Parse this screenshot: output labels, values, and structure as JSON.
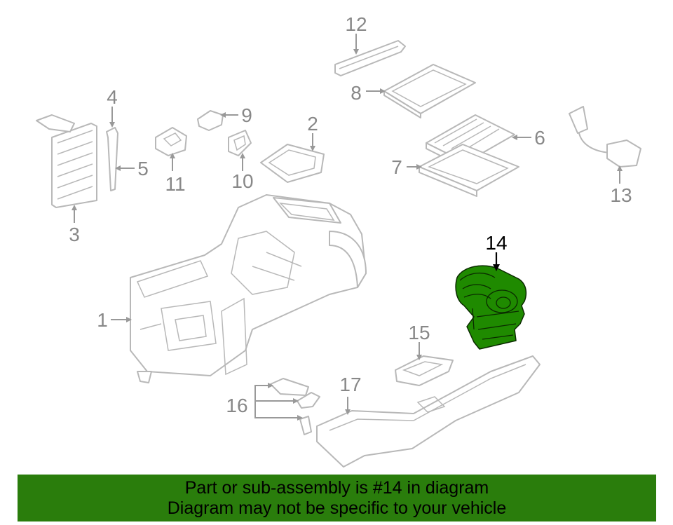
{
  "diagram": {
    "highlight_color": "#1f8a00",
    "highlighted_part": "14",
    "callouts": [
      {
        "id": "p1",
        "text": "1"
      },
      {
        "id": "p2",
        "text": "2"
      },
      {
        "id": "p3",
        "text": "3"
      },
      {
        "id": "p4",
        "text": "4"
      },
      {
        "id": "p5",
        "text": "5"
      },
      {
        "id": "p6",
        "text": "6"
      },
      {
        "id": "p7",
        "text": "7"
      },
      {
        "id": "p8",
        "text": "8"
      },
      {
        "id": "p9",
        "text": "9"
      },
      {
        "id": "p10",
        "text": "10"
      },
      {
        "id": "p11",
        "text": "11"
      },
      {
        "id": "p12",
        "text": "12"
      },
      {
        "id": "p13",
        "text": "13"
      },
      {
        "id": "p14",
        "text": "14"
      },
      {
        "id": "p15",
        "text": "15"
      },
      {
        "id": "p16",
        "text": "16"
      },
      {
        "id": "p17",
        "text": "17"
      }
    ]
  },
  "banner": {
    "background": "#2a7d0c",
    "line1": "Part or sub-assembly is #14 in diagram",
    "line2": "Diagram may not be specific to your vehicle"
  }
}
